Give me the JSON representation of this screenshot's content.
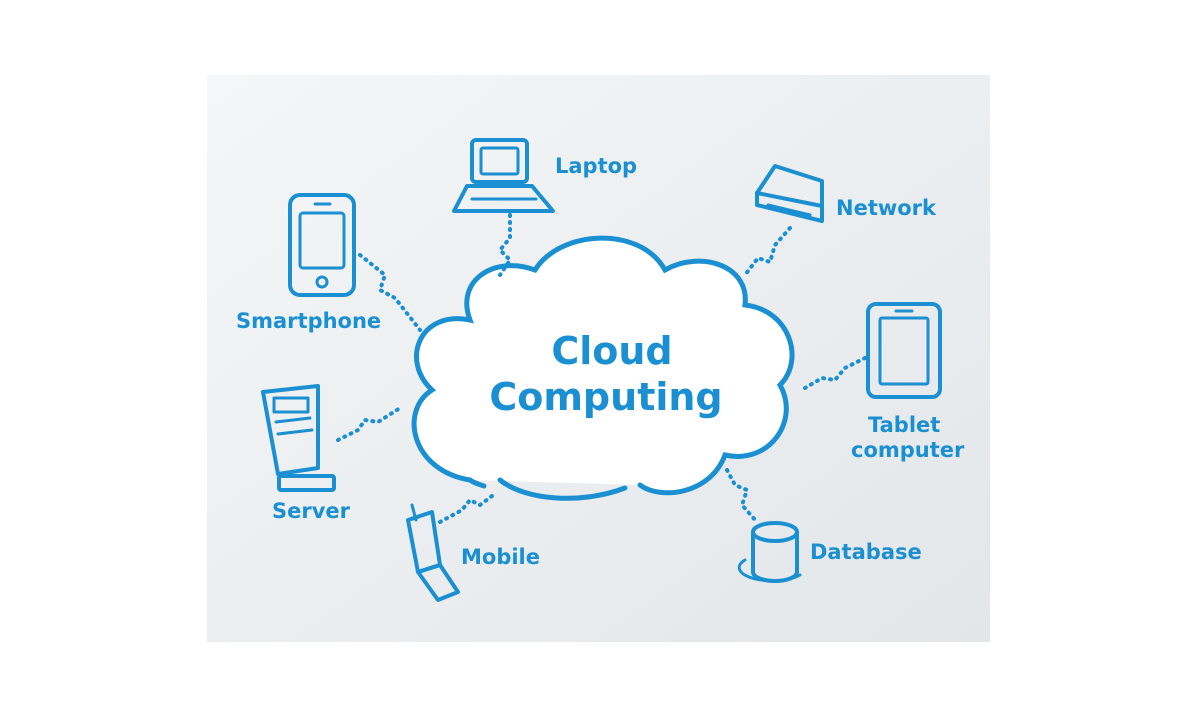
{
  "diagram": {
    "center": {
      "line1": "Cloud",
      "line2": "Computing"
    },
    "nodes": {
      "laptop": "Laptop",
      "network": "Network",
      "smartphone": "Smartphone",
      "tablet_line1": "Tablet",
      "tablet_line2": "computer",
      "server": "Server",
      "mobile": "Mobile",
      "database": "Database"
    }
  },
  "colors": {
    "accent": "#1a8fd1",
    "card_background": "#eef0f2"
  }
}
